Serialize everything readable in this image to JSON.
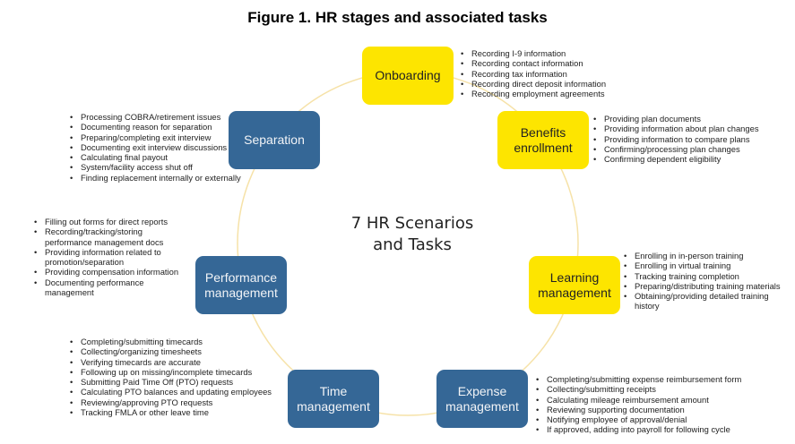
{
  "title": "Figure 1. HR stages and associated tasks",
  "center_label": {
    "line1": "7 HR Scenarios",
    "line2": "and Tasks"
  },
  "colors": {
    "yellow_box": "#fde500",
    "blue_box": "#356796",
    "ring": "#f6e2a8"
  },
  "stages": [
    {
      "id": "onboarding",
      "label": "Onboarding",
      "color": "yellow",
      "tasks": [
        "Recording I-9 information",
        "Recording contact information",
        "Recording tax information",
        "Recording direct deposit information",
        "Recording employment agreements"
      ]
    },
    {
      "id": "benefits-enrollment",
      "label": "Benefits enrollment",
      "color": "yellow",
      "tasks": [
        "Providing plan documents",
        "Providing information about plan changes",
        "Providing information to compare plans",
        "Confirming/processing plan changes",
        "Confirming dependent eligibility"
      ]
    },
    {
      "id": "learning-management",
      "label": "Learning management",
      "color": "yellow",
      "tasks": [
        "Enrolling in in-person training",
        "Enrolling in virtual training",
        "Tracking training completion",
        "Preparing/distributing training materials",
        "Obtaining/providing detailed training history"
      ]
    },
    {
      "id": "expense-management",
      "label": "Expense management",
      "color": "blue",
      "tasks": [
        "Completing/submitting expense reimbursement form",
        "Collecting/submitting receipts",
        "Calculating mileage reimbursement amount",
        "Reviewing supporting documentation",
        "Notifying employee of approval/denial",
        "If approved, adding into payroll for following cycle"
      ]
    },
    {
      "id": "time-management",
      "label": "Time management",
      "color": "blue",
      "tasks": [
        "Completing/submitting timecards",
        "Collecting/organizing timesheets",
        "Verifying timecards are accurate",
        "Following up on missing/incomplete timecards",
        "Submitting Paid Time Off (PTO) requests",
        "Calculating PTO balances and updating employees",
        "Reviewing/approving PTO requests",
        "Tracking FMLA or other leave time"
      ]
    },
    {
      "id": "performance-management",
      "label": "Performance management",
      "color": "blue",
      "tasks": [
        "Filling out forms for direct reports",
        "Recording/tracking/storing performance management docs",
        "Providing information related to promotion/separation",
        "Providing compensation information",
        "Documenting performance management"
      ]
    },
    {
      "id": "separation",
      "label": "Separation",
      "color": "blue",
      "tasks": [
        "Processing COBRA/retirement issues",
        "Documenting reason for separation",
        "Preparing/completing exit interview",
        "Documenting exit interview discussions",
        "Calculating final payout",
        "System/facility access shut off",
        "Finding replacement internally or externally"
      ]
    }
  ]
}
